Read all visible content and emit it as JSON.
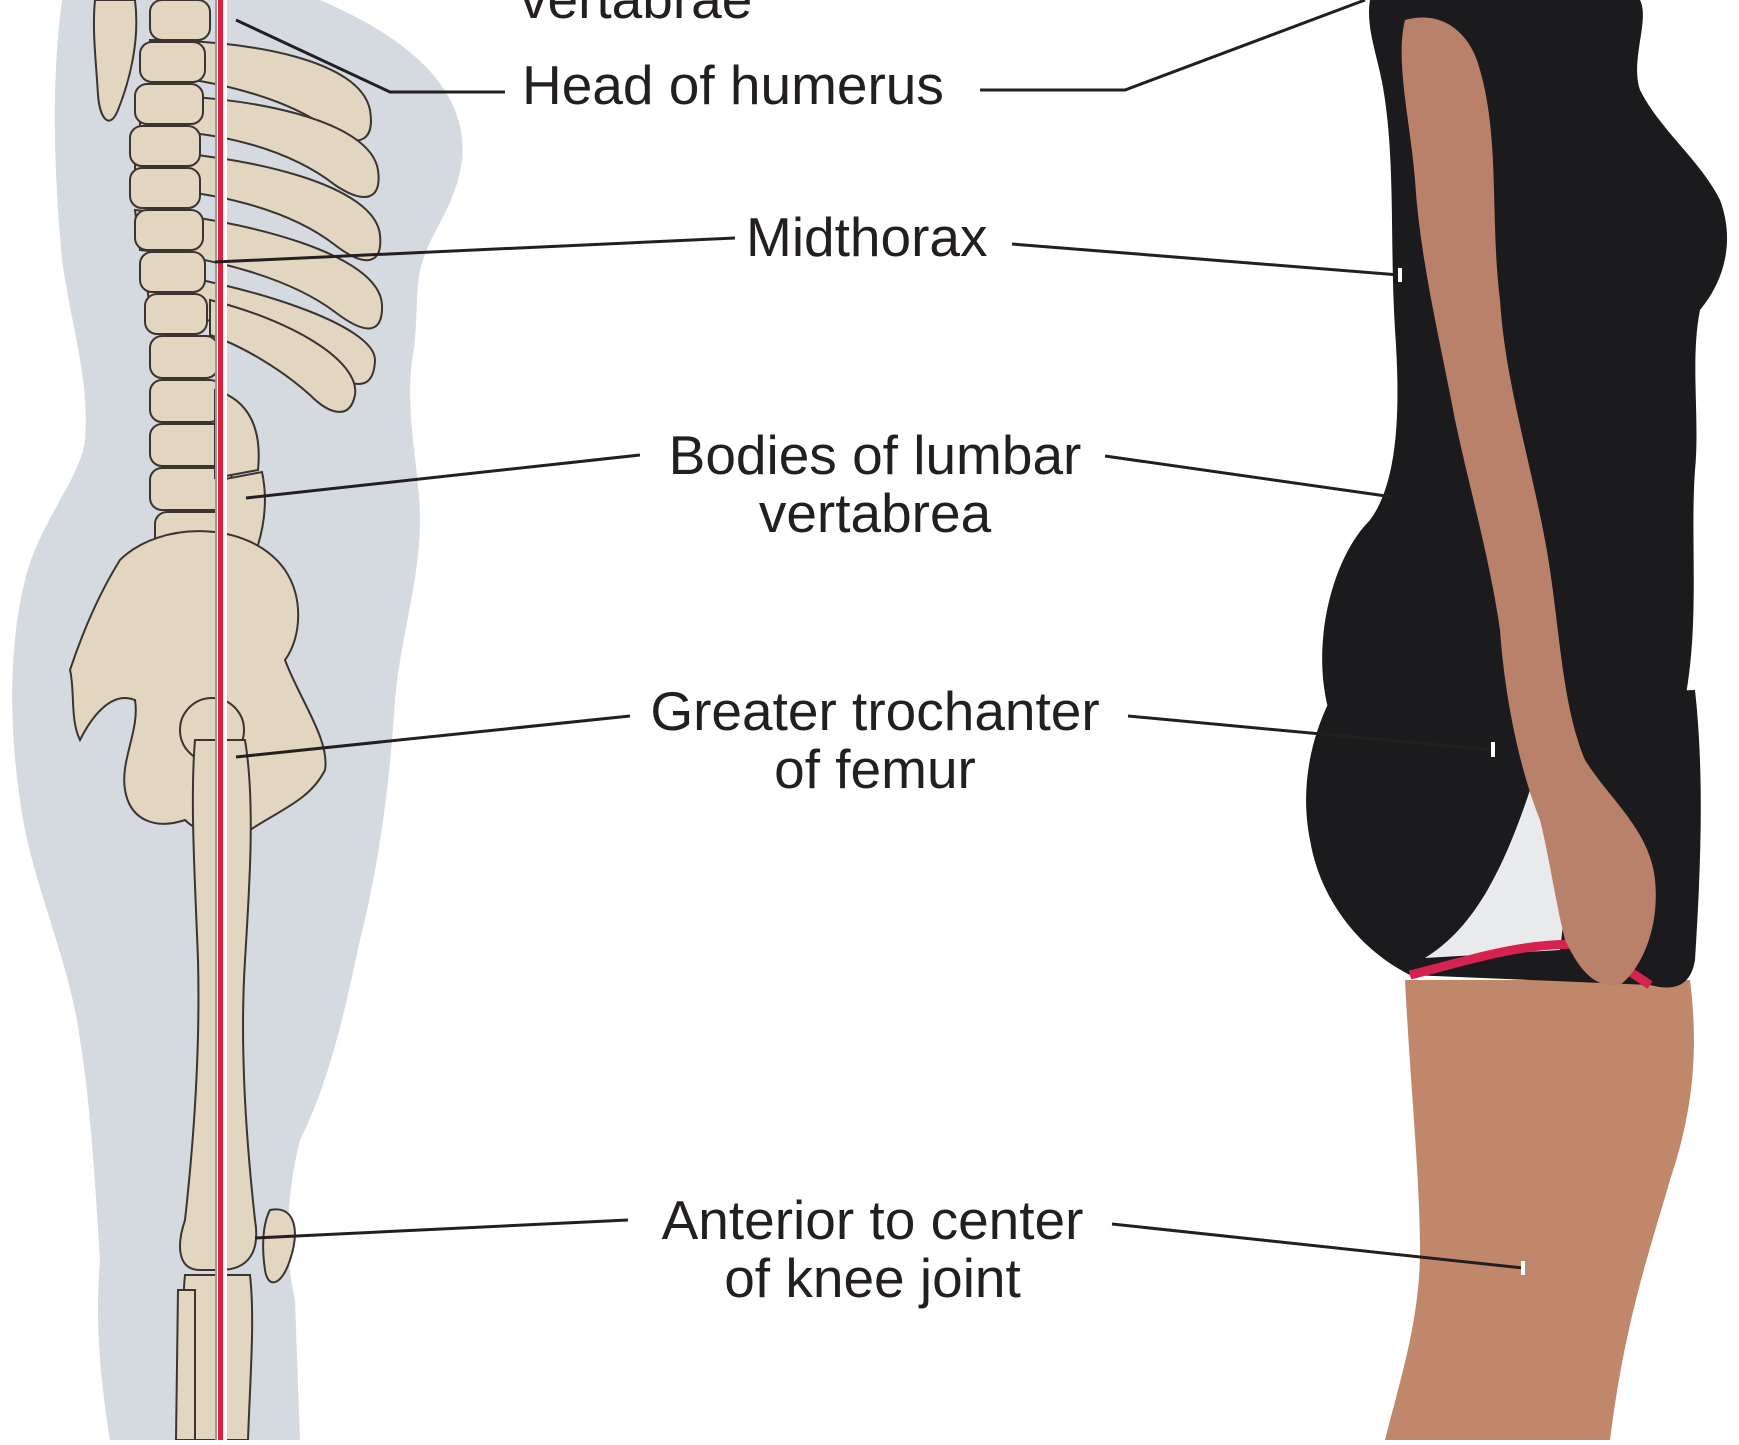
{
  "labels": {
    "top_partial": "vertabrae",
    "head_humerus": "Head of humerus",
    "midthorax": "Midthorax",
    "lumbar_line1": "Bodies of lumbar",
    "lumbar_line2": "vertabrea",
    "trochanter_line1": "Greater trochanter",
    "trochanter_line2": "of femur",
    "knee_line1": "Anterior to center",
    "knee_line2": "of knee joint"
  },
  "colors": {
    "plumb_line": "#e21e3a",
    "silhouette": "#d5dae0",
    "bone": "#e2d6c1",
    "bone_outline": "#3a3530",
    "skin": "#c0876a",
    "clothing": "#1b1b1d",
    "shorts_liner": "#e8eaec",
    "shorts_trim": "#d6224e",
    "leader_line": "#231f20"
  }
}
